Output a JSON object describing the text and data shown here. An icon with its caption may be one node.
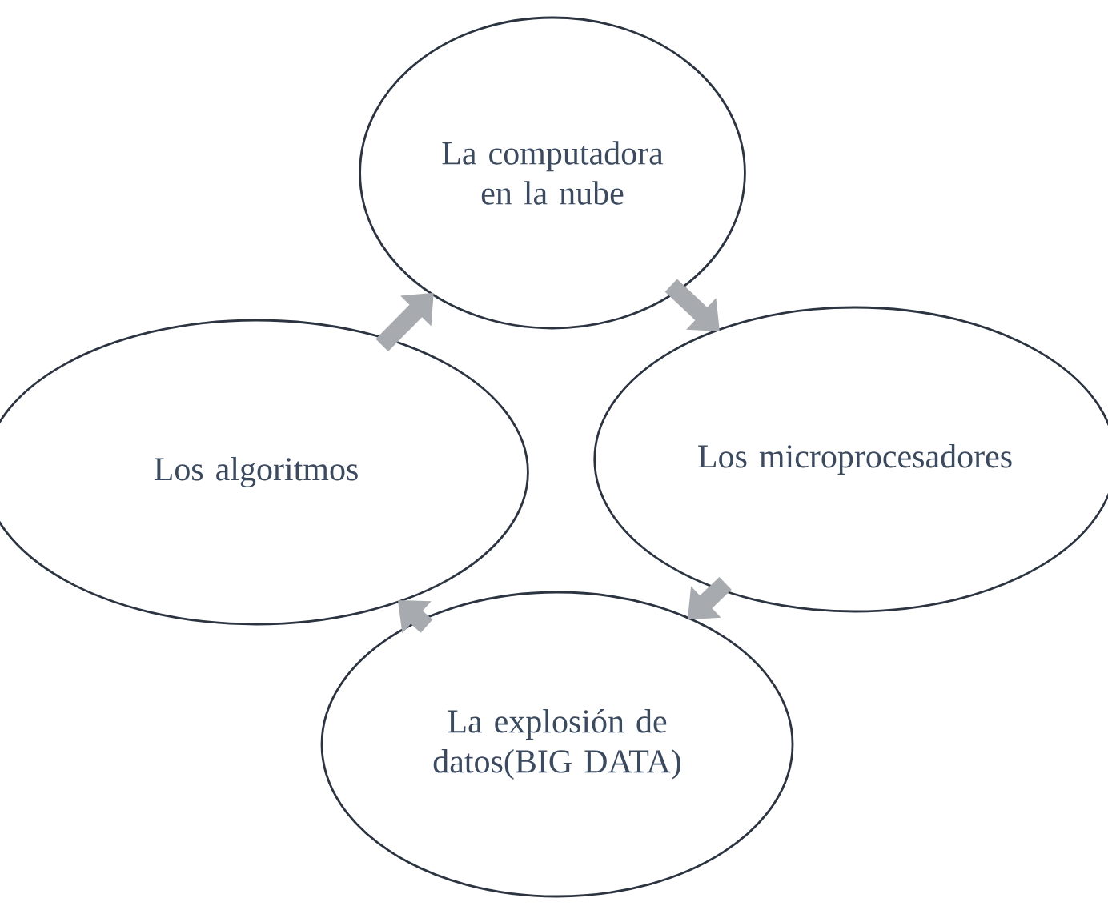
{
  "diagram": {
    "nodes": [
      {
        "text": [
          "La computadora en la nube"
        ]
      },
      {
        "text": [
          "Los microprocesadores"
        ]
      },
      {
        "text": [
          "Los algoritmos"
        ]
      },
      {
        "text": [
          "La explosión de datos(BIG DATA)"
        ]
      }
    ],
    "edges": [
      {
        "from": 0,
        "to": 1,
        "arrow": "to"
      },
      {
        "from": 1,
        "to": 3,
        "arrow": "to"
      },
      {
        "from": 3,
        "to": 2,
        "arrow": "to"
      },
      {
        "from": 2,
        "to": 0,
        "arrow": "to"
      }
    ]
  }
}
